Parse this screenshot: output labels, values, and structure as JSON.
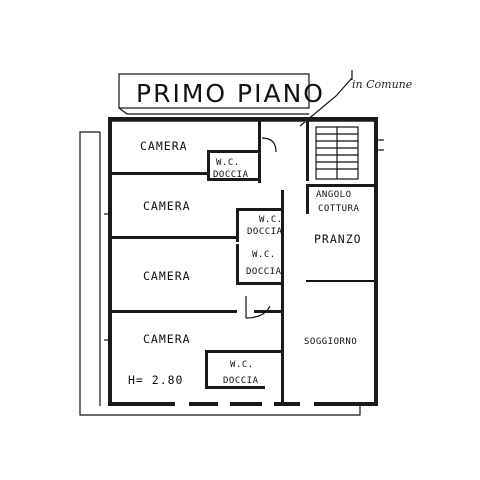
{
  "plan": {
    "title": "PRIMO PIANO",
    "note": "in Comune",
    "height_label": "H= 2.80",
    "rooms": {
      "camera_1": "CAMERA",
      "camera_2": "CAMERA",
      "camera_3": "CAMERA",
      "camera_4": "CAMERA",
      "bath_1_a": "W.C.",
      "bath_1_b": "DOCCIA",
      "bath_2_a": "W.C.",
      "bath_2_b": "DOCCIA",
      "bath_3_a": "W.C.",
      "bath_3_b": "DOCCIA",
      "bath_4_a": "W.C.",
      "bath_4_b": "DOCCIA",
      "angolo": "ANGOLO",
      "cottura": "COTTURA",
      "pranzo": "PRANZO",
      "soggiorno": "SOGGIORNO"
    }
  }
}
